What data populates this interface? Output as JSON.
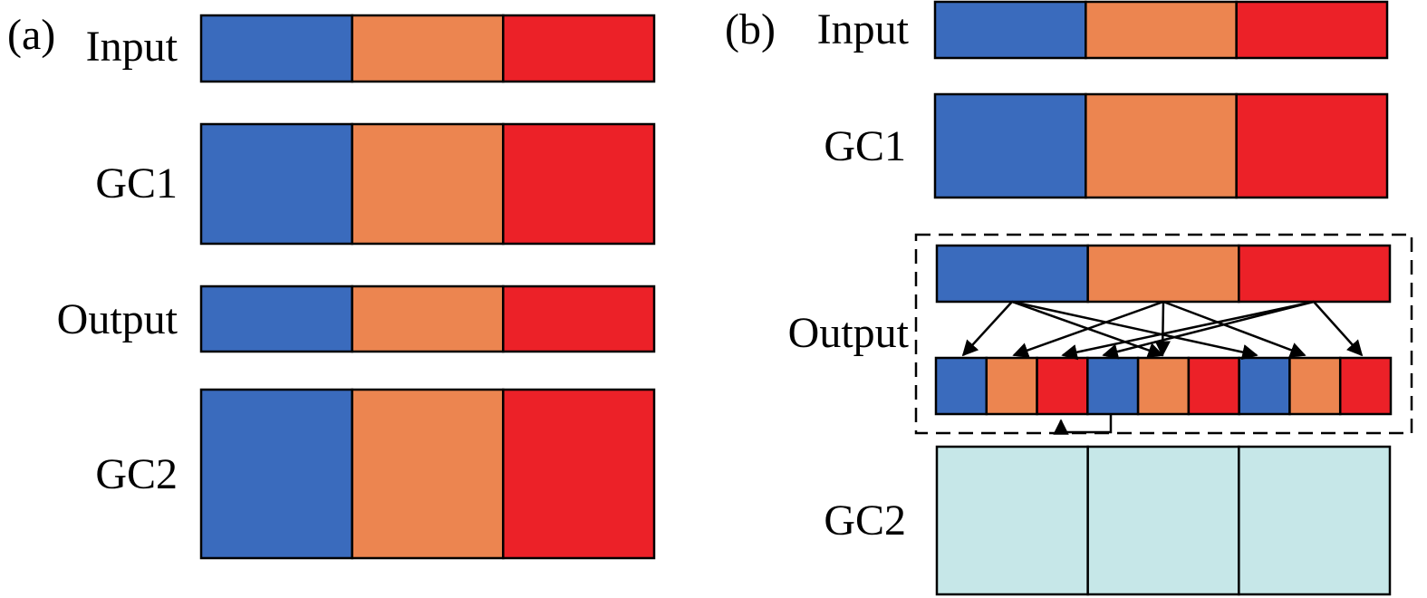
{
  "colors": {
    "blue": "#3a6bbd",
    "orange": "#ec8550",
    "red": "#ec2128",
    "cyan": "#c6e7e8",
    "line": "#000000"
  },
  "panel_a": {
    "tag": "(a)",
    "rows": [
      {
        "label": "Input",
        "cells": [
          "blue",
          "orange",
          "red"
        ]
      },
      {
        "label": "GC1",
        "cells": [
          "blue",
          "orange",
          "red"
        ]
      },
      {
        "label": "Output",
        "cells": [
          "blue",
          "orange",
          "red"
        ]
      },
      {
        "label": "GC2",
        "cells": [
          "blue",
          "orange",
          "red"
        ]
      }
    ]
  },
  "panel_b": {
    "tag": "(b)",
    "rows": [
      {
        "label": "Input",
        "cells": [
          "blue",
          "orange",
          "red"
        ]
      },
      {
        "label": "GC1",
        "cells": [
          "blue",
          "orange",
          "red"
        ]
      },
      {
        "label": "Output",
        "cells": [
          "blue",
          "orange",
          "red"
        ],
        "shuffled_cells": [
          "blue",
          "orange",
          "red",
          "blue",
          "orange",
          "red",
          "blue",
          "orange",
          "red"
        ]
      },
      {
        "label": "GC2",
        "cells": [
          "cyan",
          "cyan",
          "cyan"
        ]
      }
    ]
  }
}
